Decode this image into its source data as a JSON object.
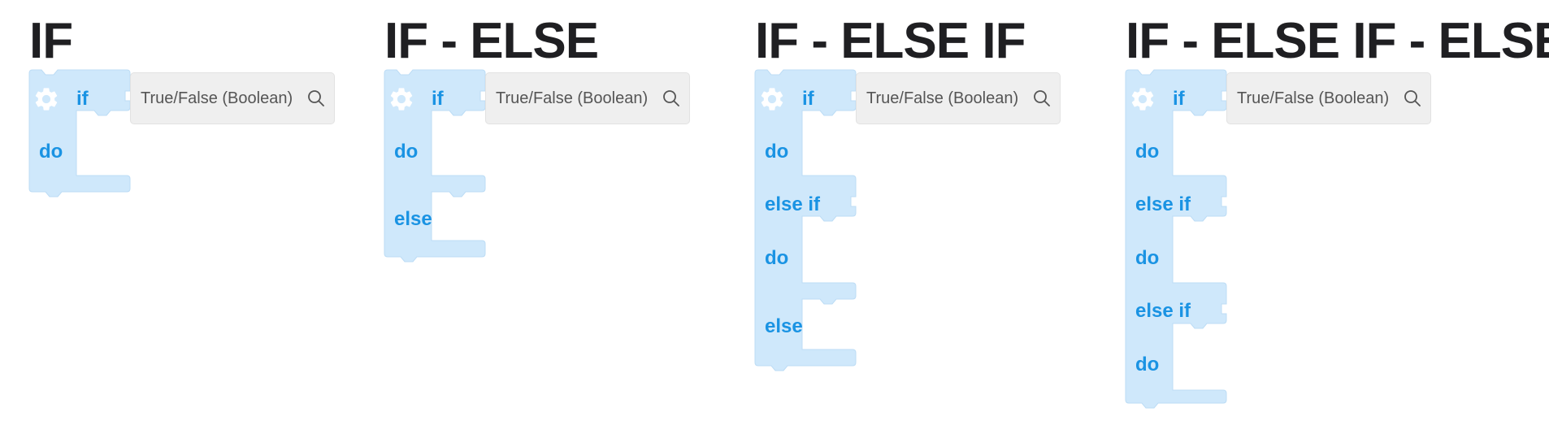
{
  "colors": {
    "block_fill": "#cfe8fb",
    "block_stroke": "#bcdcf5",
    "keyword": "#1a93e3",
    "gear": "#ffffff",
    "title": "#1f1f22",
    "input_fill": "#efefef"
  },
  "panels": [
    {
      "title": "IF",
      "if_label": "if",
      "clauses": [
        {
          "label": "do"
        }
      ],
      "condition": {
        "placeholder": "True/False (Boolean)",
        "icon": "search-icon"
      }
    },
    {
      "title": "IF - ELSE",
      "if_label": "if",
      "clauses": [
        {
          "label": "do"
        },
        {
          "label": "else"
        }
      ],
      "condition": {
        "placeholder": "True/False (Boolean)",
        "icon": "search-icon"
      }
    },
    {
      "title": "IF - ELSE IF",
      "if_label": "if",
      "clauses": [
        {
          "label": "do"
        },
        {
          "label": "else if"
        },
        {
          "label": "do"
        },
        {
          "label": "else"
        }
      ],
      "condition": {
        "placeholder": "True/False (Boolean)",
        "icon": "search-icon"
      }
    },
    {
      "title": "IF - ELSE IF - ELSE",
      "if_label": "if",
      "clauses": [
        {
          "label": "do"
        },
        {
          "label": "else if"
        },
        {
          "label": "do"
        },
        {
          "label": "else if"
        },
        {
          "label": "do"
        }
      ],
      "condition": {
        "placeholder": "True/False (Boolean)",
        "icon": "search-icon"
      }
    }
  ]
}
